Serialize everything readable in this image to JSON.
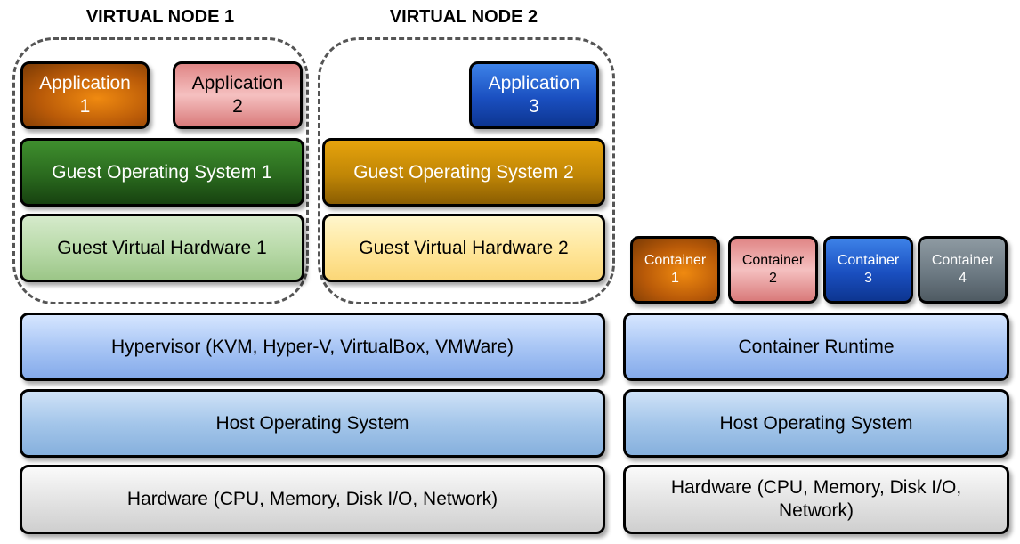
{
  "virtual_nodes": [
    {
      "title": "VIRTUAL NODE 1"
    },
    {
      "title": "VIRTUAL NODE 2"
    }
  ],
  "applications": [
    {
      "line1": "Application",
      "line2": "1"
    },
    {
      "line1": "Application",
      "line2": "2"
    },
    {
      "line1": "Application",
      "line2": "3"
    }
  ],
  "guest_os": [
    "Guest Operating System 1",
    "Guest Operating System 2"
  ],
  "guest_hw": [
    "Guest Virtual Hardware 1",
    "Guest Virtual Hardware 2"
  ],
  "containers": [
    {
      "line1": "Container",
      "line2": "1"
    },
    {
      "line1": "Container",
      "line2": "2"
    },
    {
      "line1": "Container",
      "line2": "3"
    },
    {
      "line1": "Container",
      "line2": "4"
    }
  ],
  "vm_stack": {
    "hypervisor": "Hypervisor (KVM, Hyper-V, VirtualBox, VMWare)",
    "host_os": "Host Operating System",
    "hardware": "Hardware (CPU, Memory, Disk I/O, Network)"
  },
  "container_stack": {
    "runtime": "Container Runtime",
    "host_os": "Host Operating System",
    "hardware_line1": "Hardware (CPU, Memory, Disk I/O,",
    "hardware_line2": "Network)"
  },
  "colors": {
    "orange": "#b95a08",
    "pink": "#e8a0a0",
    "blue": "#1a4fc0",
    "gray": "#6d7a83",
    "green": "#2a6a1e",
    "gold": "#c08606",
    "light_green": "#b7d9a7",
    "light_yellow": "#ffe69a",
    "hypervisor_blue": "#a9c6f5",
    "host_os_blue": "#a4c6ea",
    "hardware_gray": "#e4e4e4"
  }
}
